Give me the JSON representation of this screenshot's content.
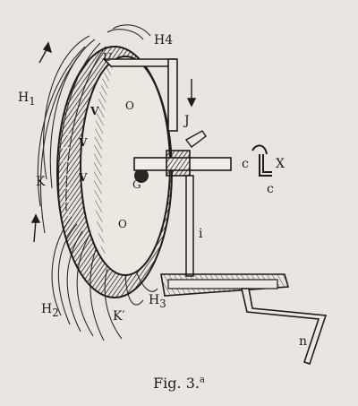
{
  "labels": {
    "h4": "H4",
    "u": "U",
    "h1": "H",
    "h1_sub": "1",
    "k": "K",
    "v1": "V",
    "v2": "V",
    "v3": "V",
    "o_top": "O",
    "o_bot": "O",
    "g": "G",
    "j": "J",
    "c1": "c",
    "x": "X",
    "c2": "c",
    "i": "i",
    "h2": "H",
    "h2_sub": "2",
    "k_prime": "K′",
    "h3": "H",
    "h3_sub": "3",
    "n": "n"
  },
  "caption": {
    "text": "Fig. 3.",
    "sup": "a"
  }
}
